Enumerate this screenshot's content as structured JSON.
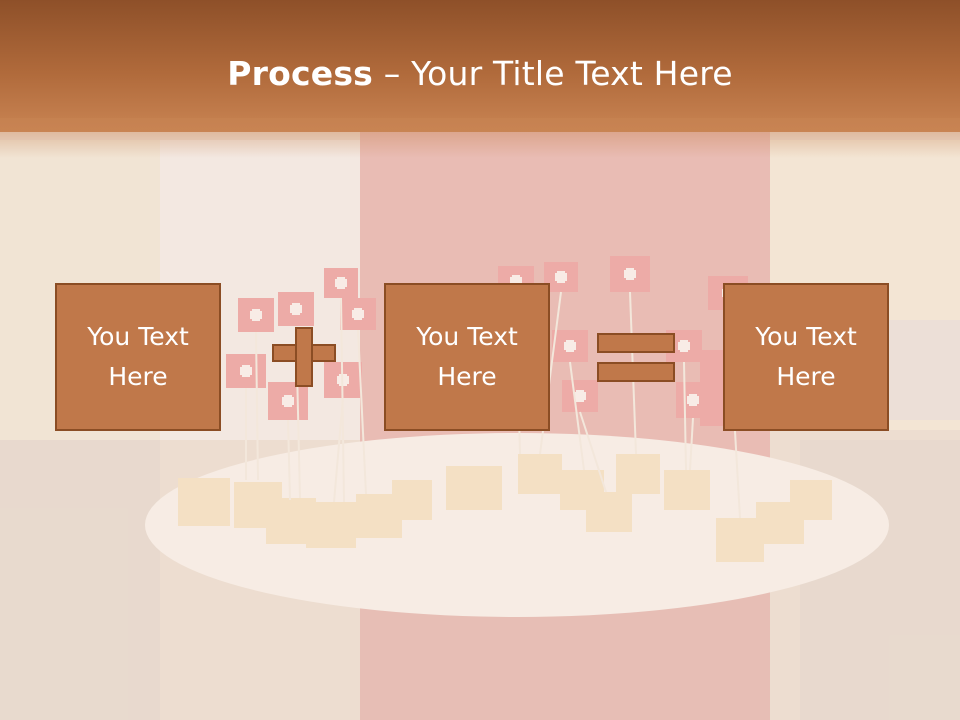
{
  "title": {
    "bold": "Process",
    "rest": " – Your Title Text Here"
  },
  "boxes": [
    {
      "text": "You Text Here"
    },
    {
      "text": "You Text Here"
    },
    {
      "text": "You Text Here"
    }
  ],
  "operators": [
    "plus",
    "equals"
  ],
  "colors": {
    "header": "#a8643a",
    "box_fill": "#c0784a",
    "box_border": "#8b4d24",
    "text": "#ffffff"
  }
}
